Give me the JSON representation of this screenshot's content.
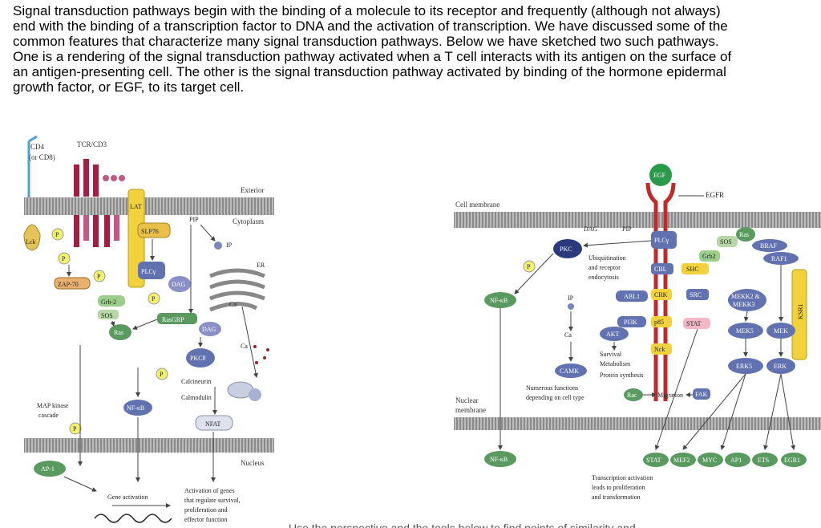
{
  "intro": "Signal transduction pathways begin with the binding of a molecule to its receptor and frequently (although not always) end with the binding of a transcription factor to DNA and the activation of transcription. We have discussed some of the common features that characterize many signal transduction pathways. Below we have sketched two such pathways. One is a rendering of the signal transduction pathway activated when a T cell interacts with its antigen on the surface of an antigen-presenting cell. The other is the signal transduction pathway activated by binding of the hormone epidermal growth factor, or EGF, to its target cell.",
  "tcell": {
    "cd4": "CD4",
    "cd8": "(or CD8)",
    "tcr": "TCR/CD3",
    "exterior": "Exterior",
    "cytoplasm": "Cytoplasm",
    "er": "ER",
    "nucleus": "Nucleus",
    "lck": "Lck",
    "lat": "LAT",
    "zap70": "ZAP-70",
    "slp76": "SLP76",
    "plc": "PLCγ",
    "pip2": "PIP",
    "ip3": "IP",
    "dag1": "DAG",
    "dag2": "DAG",
    "grb2": "Grb-2",
    "sos": "SOS",
    "ras": "Ras",
    "rasgrp": "RasGRP",
    "pkc": "PKCθ",
    "ca": "Ca",
    "calcineurin": "Calcineurin",
    "calmodulin": "Calmodulin",
    "nfkb": "NF-κB",
    "nfat": "NFAT",
    "map1": "MAP kinase",
    "map2": "cascade",
    "ap1": "AP-1",
    "gene": "Gene activation",
    "act1": "Activation of genes",
    "act2": "that regulate survival,",
    "act3": "proliferation and",
    "act4": "effector function",
    "p": "P"
  },
  "egfr": {
    "egf": "EGF",
    "egfr": "EGFR",
    "cellmem": "Cell membrane",
    "nucmem1": "Nuclear",
    "nucmem2": "membrane",
    "dag": "DAG",
    "pip2": "PIP",
    "plc": "PLCγ",
    "pkc": "PKC",
    "sos": "SOS",
    "ras": "Ras",
    "braf": "BRAF",
    "raf1": "RAF1",
    "grb2": "Grb2",
    "cbl": "CBL",
    "shc": "SHC",
    "abl1": "ABL1",
    "crk": "CRK",
    "src": "SRC",
    "pi3k": "PI3K",
    "p85": "p85",
    "stat": "STAT",
    "akt": "AKT",
    "nck": "Nck",
    "mekk": "MEKK2 &",
    "mekk2": "MEKK3",
    "mek5": "MEK5",
    "mek": "MEK",
    "erk5": "ERK5",
    "erk": "ERK",
    "ksr1": "KSR1",
    "ubq1": "Ubiquitination",
    "ubq2": "and receptor",
    "ubq3": "endocytosis",
    "nfkb1": "NF-κB",
    "nfkb2": "NF-κB",
    "ip3": "IP",
    "ca": "Ca",
    "camk": "CAMK",
    "surv1": "Survival",
    "surv2": "Metabolism",
    "surv3": "Protein synthesis",
    "num1": "Numerous functions",
    "num2": "depending on cell type",
    "rac": "Rac",
    "migration": "Migration",
    "fak": "FAK",
    "tf": [
      "STAT",
      "MEF2",
      "MYC",
      "AP1",
      "ETS",
      "EGR1"
    ],
    "tact1": "Transcription activation",
    "tact2": "leads to proliferation",
    "tact3": "and transformation",
    "p": "P"
  },
  "cutline": "Use the perspective and the tools below to find points of similarity and"
}
